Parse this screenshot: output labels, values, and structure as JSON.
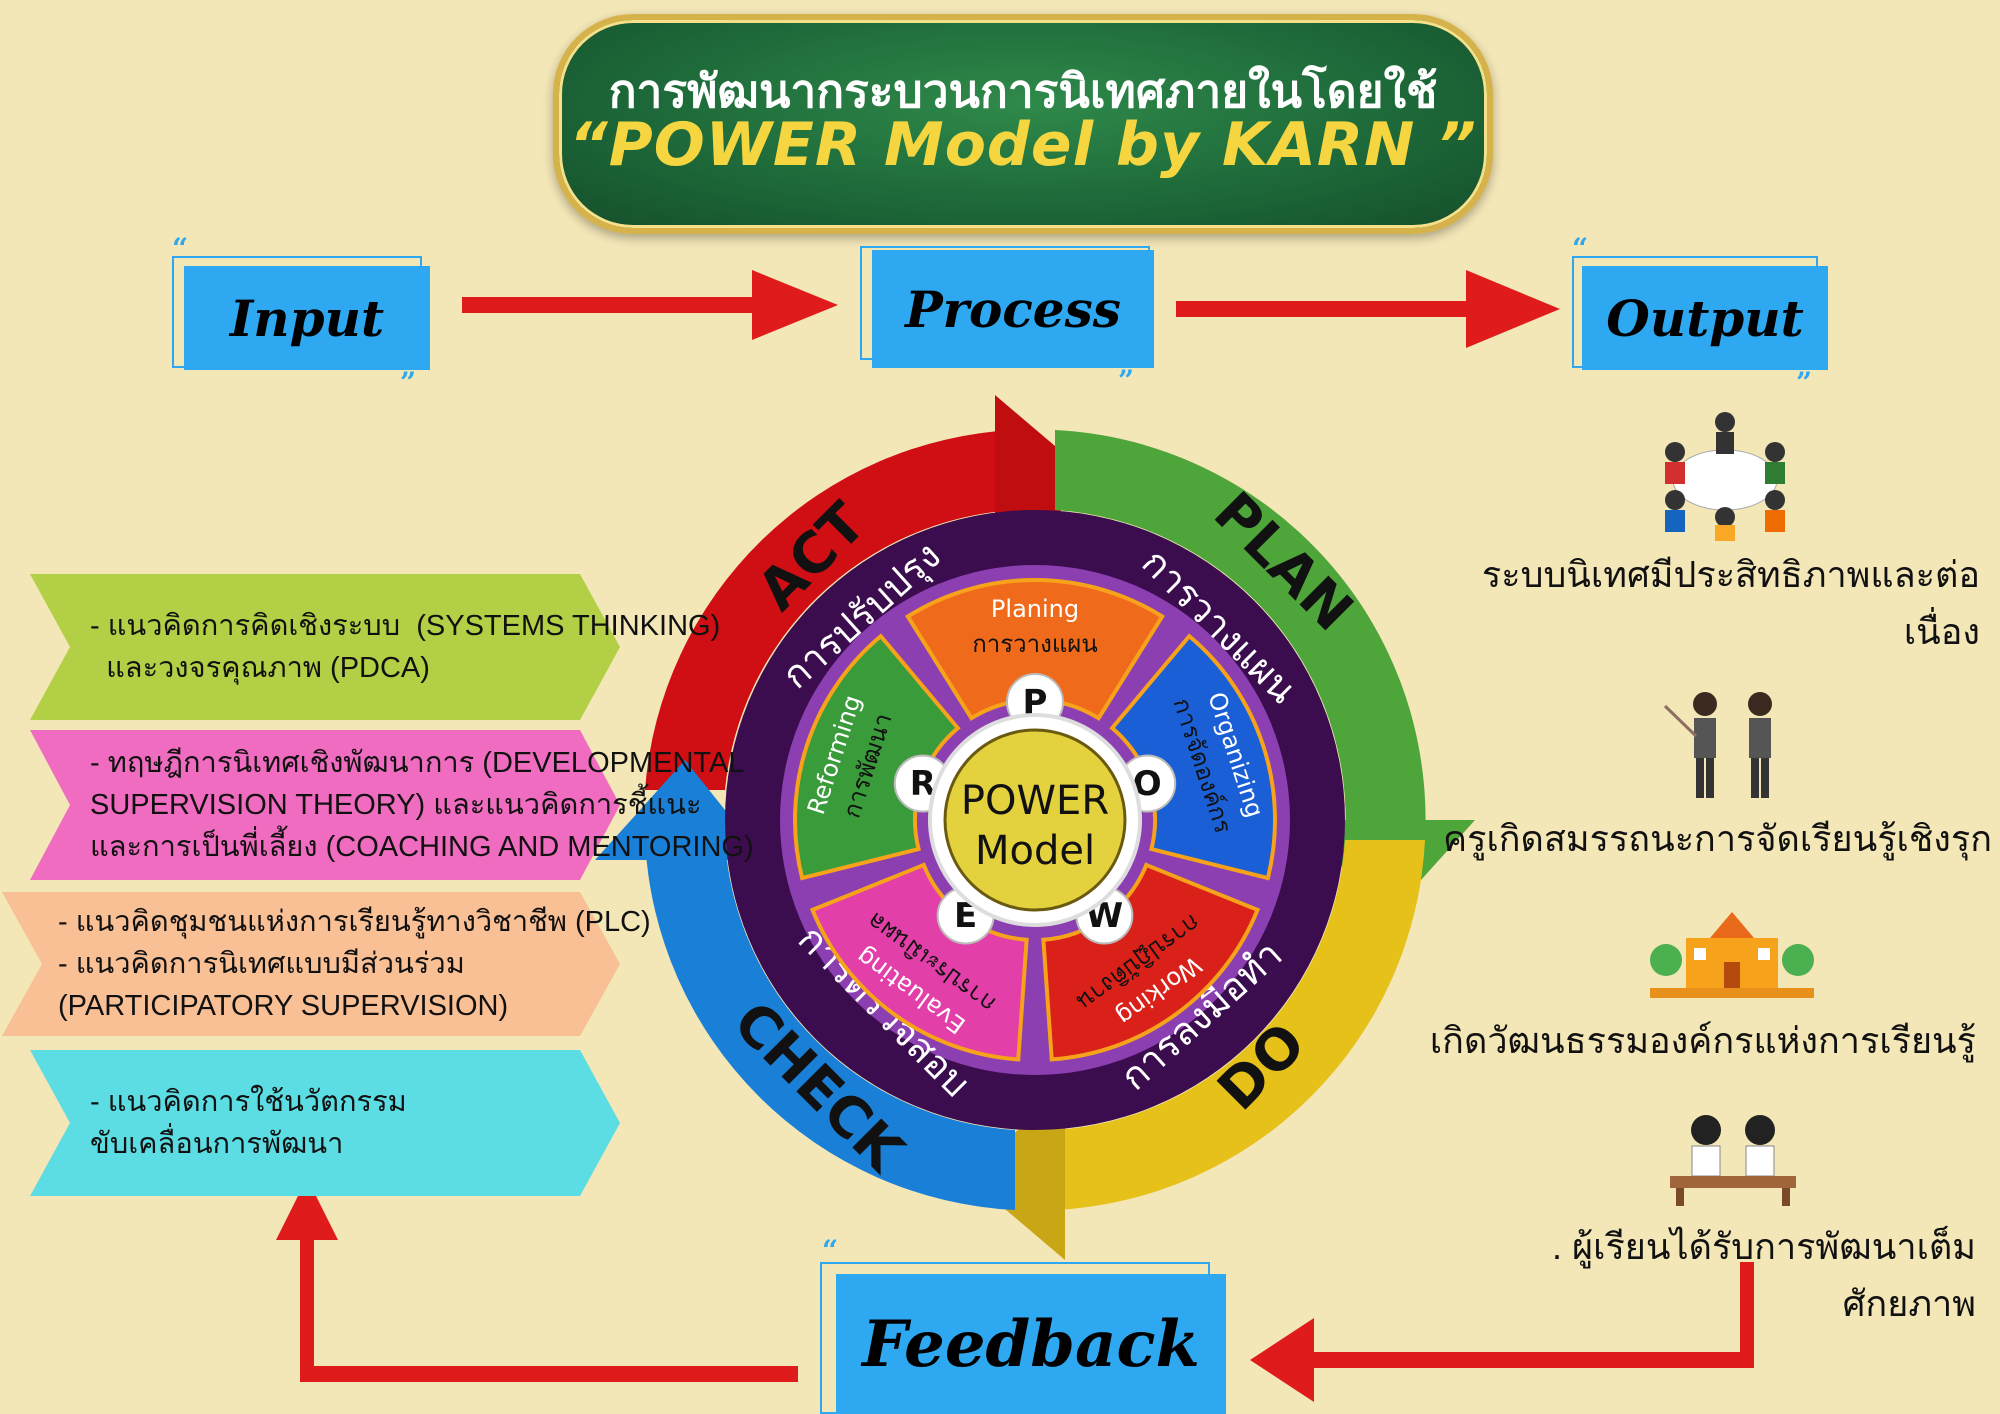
{
  "title": {
    "line1": "การพัฒนากระบวนการนิเทศภายในโดยใช้",
    "line2": "“POWER Model  by  KARN ”"
  },
  "flow": {
    "input": "Input",
    "process": "Process",
    "output": "Output",
    "feedback": "Feedback"
  },
  "cycle": {
    "act_en": "ACT",
    "act_th": "การปรับปรุง",
    "plan_en": "PLAN",
    "plan_th": "การวางแผน",
    "do_en": "DO",
    "do_th": "การลงมือทำ",
    "check_en": "CHECK",
    "check_th": "การตรวจสอบ"
  },
  "segments": [
    {
      "letter": "P",
      "en": "Planing",
      "th": "การวางแผน",
      "color": "#f06a1b"
    },
    {
      "letter": "O",
      "en": "Organizing",
      "th": "การจัดองค์กร",
      "color": "#1a5fd6"
    },
    {
      "letter": "W",
      "en": "Working",
      "th": "การปฏิบัติงาน",
      "color": "#d9211a"
    },
    {
      "letter": "E",
      "en": "Evaluating",
      "th": "การประเมินผล",
      "color": "#e23fa8"
    },
    {
      "letter": "R",
      "en": "Reforming",
      "th": "การพัฒนา",
      "color": "#3a9b3a"
    }
  ],
  "center": {
    "line1": "POWER",
    "line2": "Model"
  },
  "inputs": [
    {
      "lines": [
        "- แนวคิดการคิดเชิงระบบ  (SYSTEMS THINKING)",
        "  และวงจรคุณภาพ (PDCA)"
      ],
      "color": "#b3cf45"
    },
    {
      "lines": [
        "- ทฤษฎีการนิเทศเชิงพัฒนาการ (DEVELOPMENTAL",
        "SUPERVISION THEORY) และแนวคิดการชี้แนะ",
        "และการเป็นพี่เลี้ยง (COACHING AND MENTORING)"
      ],
      "color": "#f06cc0"
    },
    {
      "lines": [
        "- แนวคิดชุมชนแห่งการเรียนรู้ทางวิชาชีพ (PLC)",
        "- แนวคิดการนิเทศแบบมีส่วนร่วม",
        "(PARTICIPATORY SUPERVISION)"
      ],
      "color": "#f9bf95"
    },
    {
      "lines": [
        "- แนวคิดการใช้นวัตกรรม",
        "ขับเคลื่อนการพัฒนา"
      ],
      "color": "#5bdde3"
    }
  ],
  "outputs": [
    {
      "text": "ระบบนิเทศมีประสิทธิภาพและต่อเนื่อง",
      "icon": "meeting-icon"
    },
    {
      "text": "ครูเกิดสมรรถนะการจัดเรียนรู้เชิงรุก",
      "icon": "teachers-icon"
    },
    {
      "text": "เกิดวัฒนธรรมองค์กรแห่งการเรียนรู้",
      "icon": "school-icon"
    },
    {
      "text": ". ผู้เรียนได้รับการพัฒนาเต็มศักยภาพ",
      "icon": "students-icon"
    }
  ],
  "colors": {
    "background": "#f3e6b7",
    "title_bg": "#1e6a3a",
    "title_accent": "#f5d640",
    "header_blue": "#2ea8f0",
    "arrow_red": "#e01b1b",
    "ring_purple": "#3b0d4f",
    "ring_inner": "#8b3fb0"
  }
}
